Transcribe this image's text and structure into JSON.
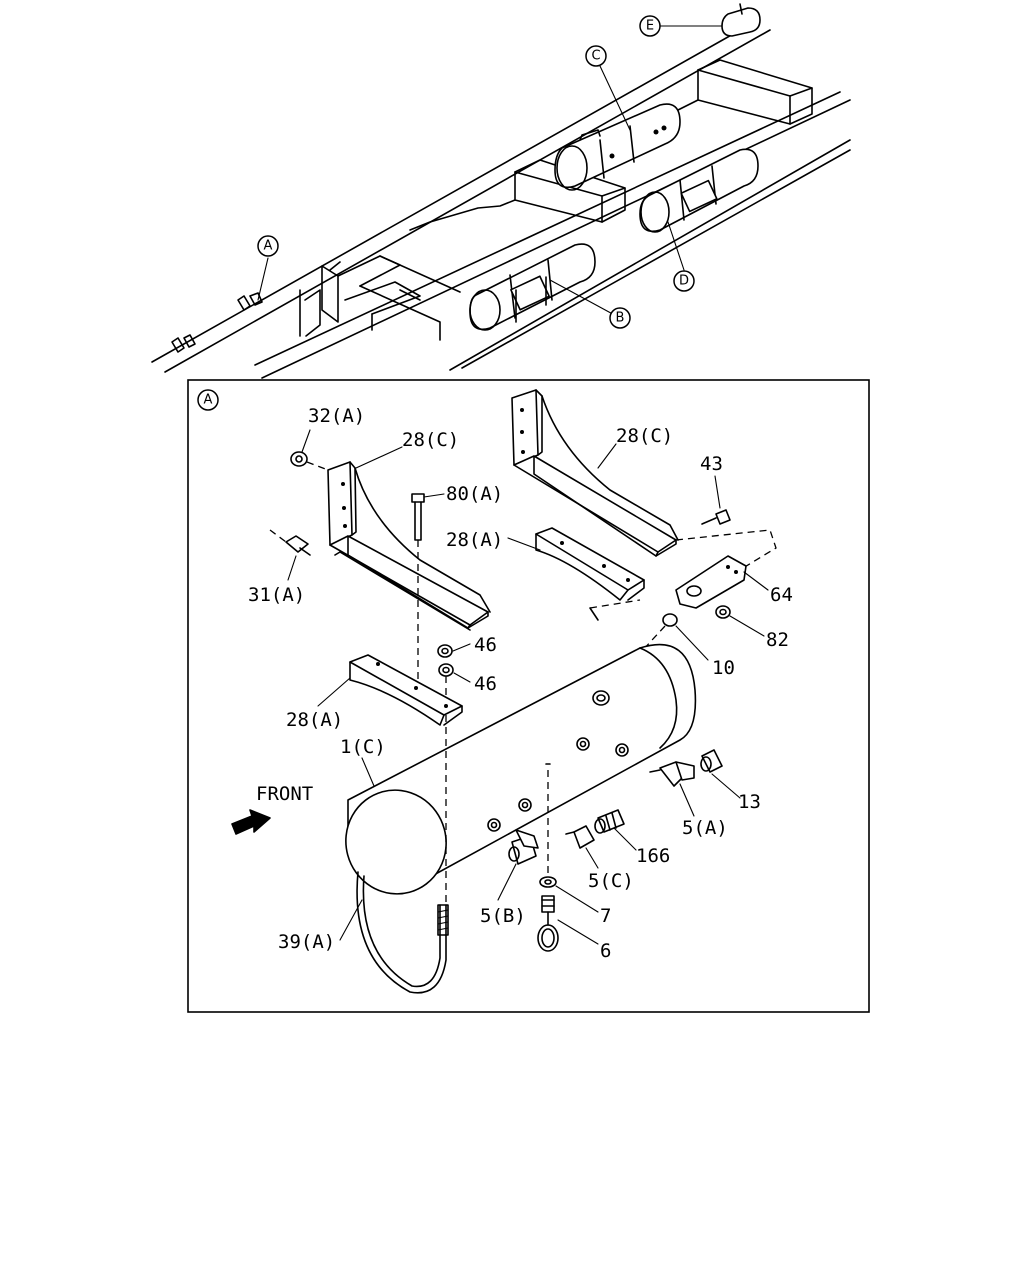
{
  "overview_callouts": {
    "a": "A",
    "b": "B",
    "c": "C",
    "d": "D",
    "e": "E"
  },
  "detail": {
    "panel_tag": "A",
    "front_label": "FRONT"
  },
  "part_labels": {
    "p32a": "32(A)",
    "p28c_left": "28(C)",
    "p80a": "80(A)",
    "p31a": "31(A)",
    "p28c_right": "28(C)",
    "p43": "43",
    "p28a_right": "28(A)",
    "p64": "64",
    "p82": "82",
    "p10": "10",
    "p46_upper": "46",
    "p46_lower": "46",
    "p28a_left": "28(A)",
    "p1c": "1(C)",
    "p13": "13",
    "p5a": "5(A)",
    "p166": "166",
    "p5c": "5(C)",
    "p7": "7",
    "p5b": "5(B)",
    "p6": "6",
    "p39a": "39(A)"
  }
}
